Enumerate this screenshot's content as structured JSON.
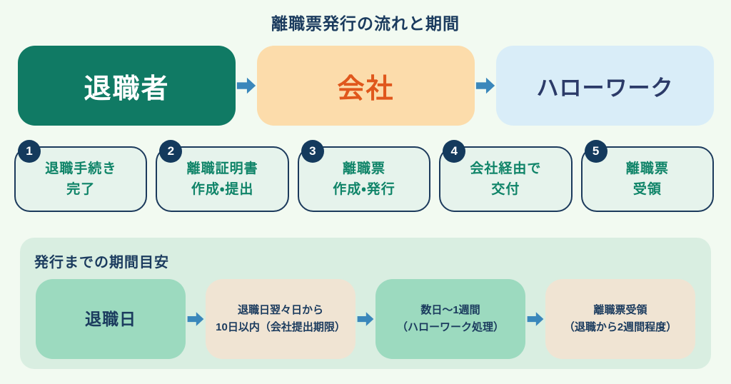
{
  "title": "離職票発行の流れと期間",
  "colors": {
    "bg": "#f2faf1",
    "title-color": "#1b3b5e",
    "retiree-bg": "#107a64",
    "retiree-text": "#ffffff",
    "company-bg": "#fcdcab",
    "company-text": "#e0571c",
    "hellowork-bg": "#d9edf8",
    "hellowork-text": "#2b3a68",
    "arrow": "#3a87bb",
    "step-bg": "#e6f3ec",
    "step-border": "#1c3a5c",
    "step-text": "#0f8468",
    "badge-bg": "#143a5d",
    "badge-text": "#ffffff",
    "panel-bg": "#d9eee1",
    "timeline-green": "#9cdabf",
    "timeline-beige": "#f0e4d3",
    "timeline-text": "#1b3b5e"
  },
  "actors": [
    {
      "label": "退職者"
    },
    {
      "label": "会社"
    },
    {
      "label": "ハローワーク"
    }
  ],
  "steps": [
    {
      "number": "1",
      "line1": "退職手続き",
      "line2": "完了"
    },
    {
      "number": "2",
      "line1": "離職証明書",
      "line2": "作成・提出"
    },
    {
      "number": "3",
      "line1": "離職票",
      "line2": "作成・発行"
    },
    {
      "number": "4",
      "line1": "会社経由で",
      "line2": "交付"
    },
    {
      "number": "5",
      "line1": "離職票",
      "line2": "受領"
    }
  ],
  "timeline": {
    "title": "発行までの期間目安",
    "items": [
      {
        "line1": "退職日",
        "line2": ""
      },
      {
        "line1": "退職日翌々日から",
        "line2": "10日以内（会社提出期限）"
      },
      {
        "line1": "数日〜1週間",
        "line2": "（ハローワーク処理）"
      },
      {
        "line1": "離職票受領",
        "line2": "（退職から2週間程度）"
      }
    ]
  }
}
